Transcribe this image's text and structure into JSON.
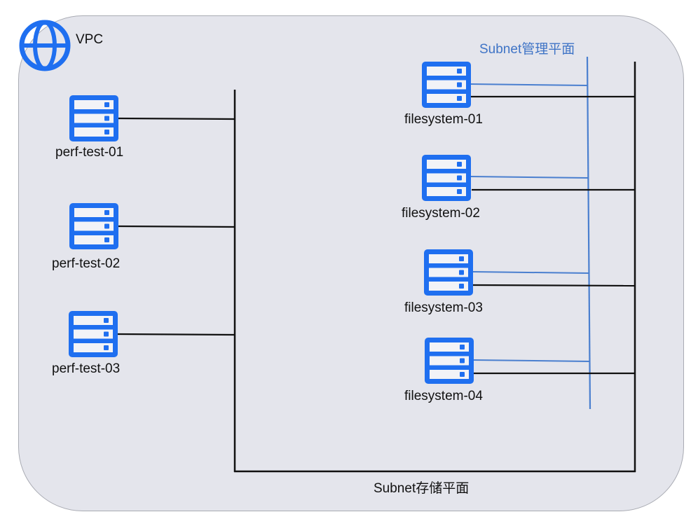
{
  "vpc": {
    "label": "VPC",
    "icon": "globe-icon"
  },
  "colors": {
    "frame_fill": "#e4e5ec",
    "server_blue": "#1f6ff0",
    "mgmt_line": "#4a7fcf",
    "storage_line": "#111111"
  },
  "planes": {
    "management": {
      "label": "Subnet管理平面"
    },
    "storage": {
      "label": "Subnet存储平面"
    }
  },
  "clients": [
    {
      "name": "perf-test-01",
      "icon": "server-icon",
      "connected_to": [
        "storage"
      ]
    },
    {
      "name": "perf-test-02",
      "icon": "server-icon",
      "connected_to": [
        "storage"
      ]
    },
    {
      "name": "perf-test-03",
      "icon": "server-icon",
      "connected_to": [
        "storage"
      ]
    }
  ],
  "filesystems": [
    {
      "name": "filesystem-01",
      "icon": "server-icon",
      "connected_to": [
        "management",
        "storage"
      ]
    },
    {
      "name": "filesystem-02",
      "icon": "server-icon",
      "connected_to": [
        "management",
        "storage"
      ]
    },
    {
      "name": "filesystem-03",
      "icon": "server-icon",
      "connected_to": [
        "management",
        "storage"
      ]
    },
    {
      "name": "filesystem-04",
      "icon": "server-icon",
      "connected_to": [
        "management",
        "storage"
      ]
    }
  ]
}
